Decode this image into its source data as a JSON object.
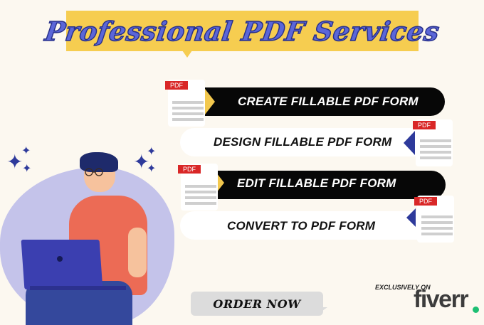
{
  "header": {
    "title": "Professional PDF Services"
  },
  "services": [
    {
      "label": "CREATE FILLABLE PDF FORM",
      "style": "dark"
    },
    {
      "label": "DESIGN FILLABLE PDF FORM",
      "style": "light"
    },
    {
      "label": "EDIT FILLABLE PDF FORM",
      "style": "dark"
    },
    {
      "label": "CONVERT TO PDF FORM",
      "style": "light"
    }
  ],
  "pdf_tag": "PDF",
  "cta": {
    "order_label": "ORDER NOW"
  },
  "branding": {
    "exclusive_label": "EXCLUSIVELY ON",
    "brand": "fiverr",
    "brand_accent": "#1dbf73"
  },
  "colors": {
    "banner": "#f6cd50",
    "title_text": "#5b66d8",
    "dark_bar": "#070707",
    "accent_arrow_yellow": "#f3c84e",
    "accent_arrow_blue": "#2e3a9b",
    "pdf_tag": "#d92727"
  },
  "icons": [
    "pdf-document-icon",
    "sparkle-icon",
    "arrow-right-icon",
    "arrow-left-icon"
  ]
}
